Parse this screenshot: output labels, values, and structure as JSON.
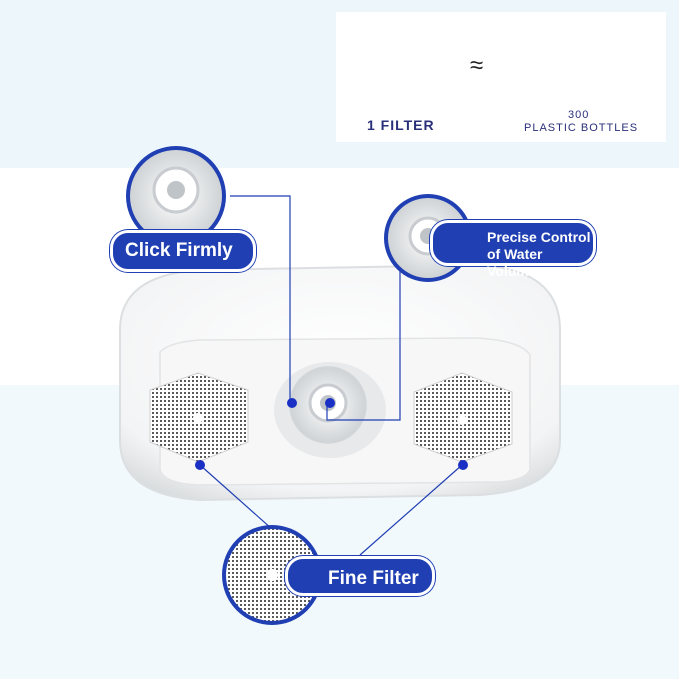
{
  "comparison": {
    "filter_label": "1 FILTER",
    "approx_symbol": "≈",
    "bottles_count": "300",
    "bottles_label": "PLASTIC BOTTLES"
  },
  "callouts": {
    "click_firmly": "Click Firmly",
    "precise_line1": "Precise Control",
    "precise_line2": "of Water Volume",
    "fine_filter": "Fine Filter"
  },
  "colors": {
    "callout_blue": "#1f3fb3",
    "accent_dot": "#1a2fc4",
    "text_navy": "#2a2f7a"
  }
}
